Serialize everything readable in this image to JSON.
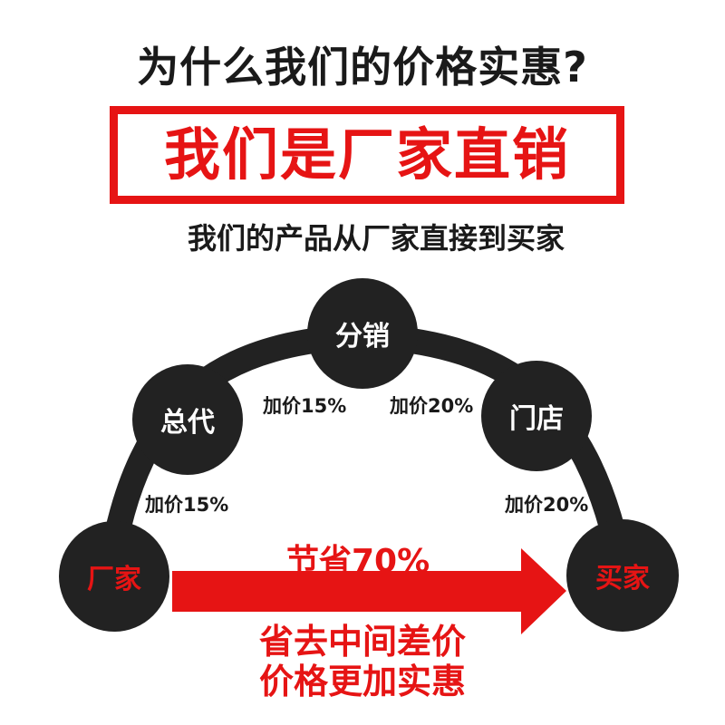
{
  "title": "为什么我们的价格实惠?",
  "banner": "我们是厂家直销",
  "subtitle": "我们的产品从厂家直接到买家",
  "nodes": {
    "factory": "厂家",
    "general_agent": "总代",
    "distributor": "分销",
    "store": "门店",
    "buyer": "买家"
  },
  "markups": {
    "factory_to_general": "加价15%",
    "general_to_distributor": "加价15%",
    "distributor_to_store": "加价20%",
    "store_to_buyer": "加价20%"
  },
  "savings": "节省70%",
  "bottom": {
    "line1": "省去中间差价",
    "line2": "价格更加实惠"
  },
  "colors": {
    "accent": "#e61414",
    "node": "#222222",
    "text": "#1a1a1a"
  }
}
